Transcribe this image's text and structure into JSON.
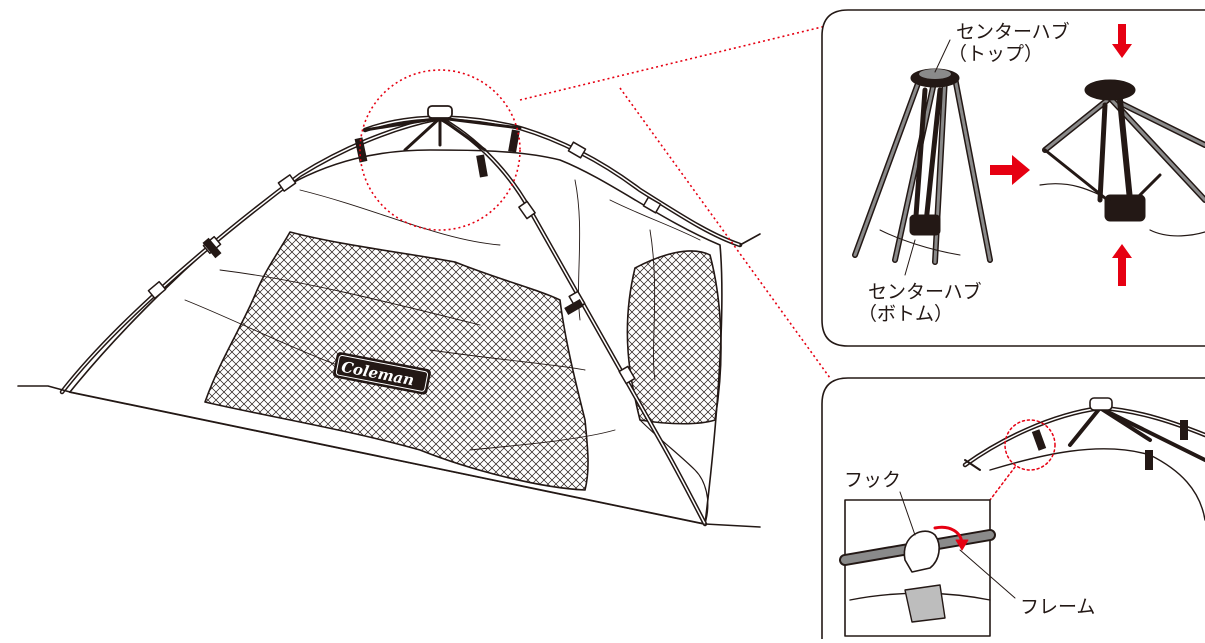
{
  "brand": {
    "logo_text": "Coleman"
  },
  "callouts": {
    "center_hub_top_line1": "センターハブ",
    "center_hub_top_line2": "（トップ）",
    "center_hub_bottom_line1": "センターハブ",
    "center_hub_bottom_line2": "（ボトム）",
    "hook": "フック",
    "frame": "フレーム"
  },
  "colors": {
    "ink": "#231815",
    "accent_red": "#e60012",
    "frame_gray": "#8a8a8a",
    "panel_border": "#231815"
  },
  "icons": {
    "push_arrow": "arrow-right-icon",
    "press_down": "arrow-down-icon",
    "press_up": "arrow-up-icon",
    "hook_rotate": "curved-arrow-icon"
  }
}
